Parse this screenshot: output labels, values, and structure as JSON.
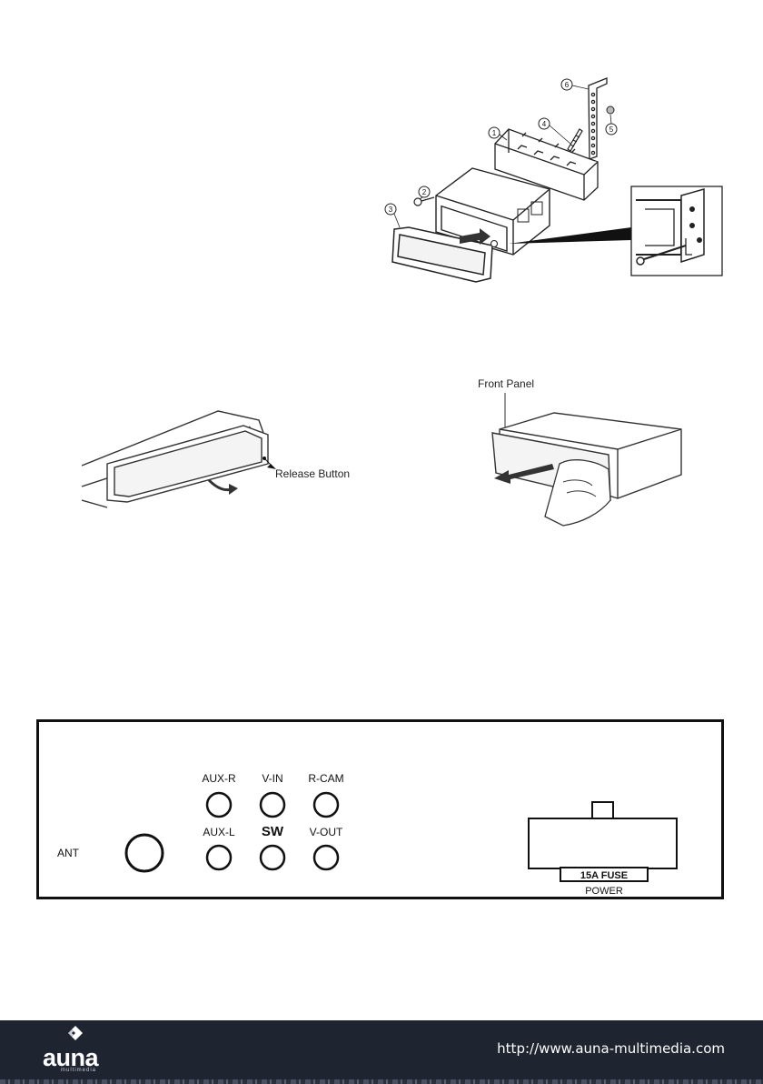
{
  "figure1": {
    "callouts": [
      "1",
      "2",
      "3",
      "4",
      "5",
      "6"
    ]
  },
  "figure2": {
    "release_label": "Release Button"
  },
  "figure3": {
    "front_panel_label": "Front Panel"
  },
  "rear_panel": {
    "ant": "ANT",
    "aux_r": "AUX-R",
    "v_in": "V-IN",
    "r_cam": "R-CAM",
    "aux_l": "AUX-L",
    "sw": "SW",
    "v_out": "V-OUT",
    "fuse": "15A FUSE",
    "power": "POWER"
  },
  "footer": {
    "brand": "auna",
    "brand_sub": "multimedia",
    "url": "http://www.auna-multimedia.com"
  }
}
